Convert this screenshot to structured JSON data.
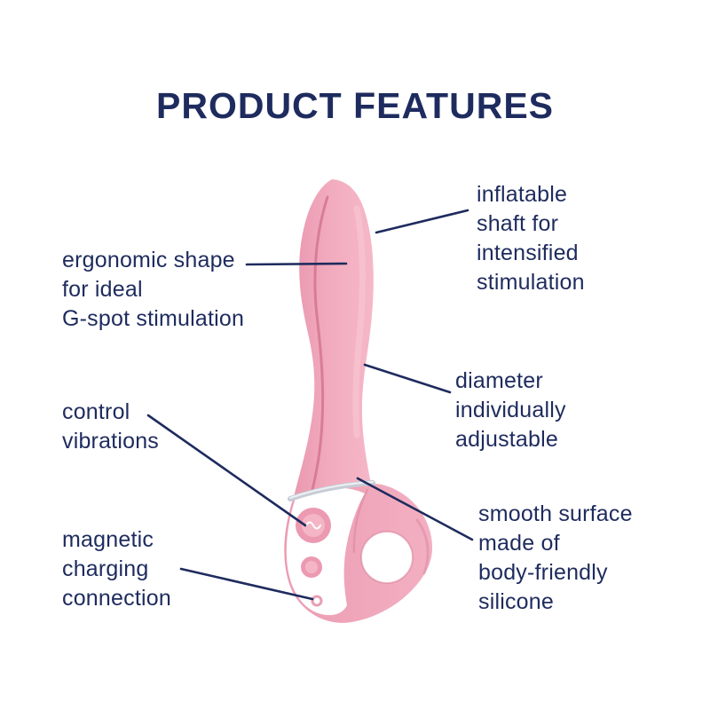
{
  "title": "PRODUCT FEATURES",
  "features": {
    "ergonomic": "ergonomic shape\nfor ideal\nG-spot stimulation",
    "control": "control\nvibrations",
    "magnetic": "magnetic\ncharging\nconnection",
    "inflatable": "inflatable\nshaft for\nintensified\nstimulation",
    "diameter": "diameter\nindividually\nadjustable",
    "smooth": "smooth surface\nmade of\nbody-friendly\nsilicone"
  },
  "colors": {
    "text_navy": "#1e2b5e",
    "callout_line": "#1e2b5e",
    "device_pink": "#f1a7bb",
    "device_pink_dark": "#d4768f",
    "device_pink_light": "#f7c3d0",
    "handle_white": "#ffffff",
    "trim_silver": "#c7ccd6"
  }
}
